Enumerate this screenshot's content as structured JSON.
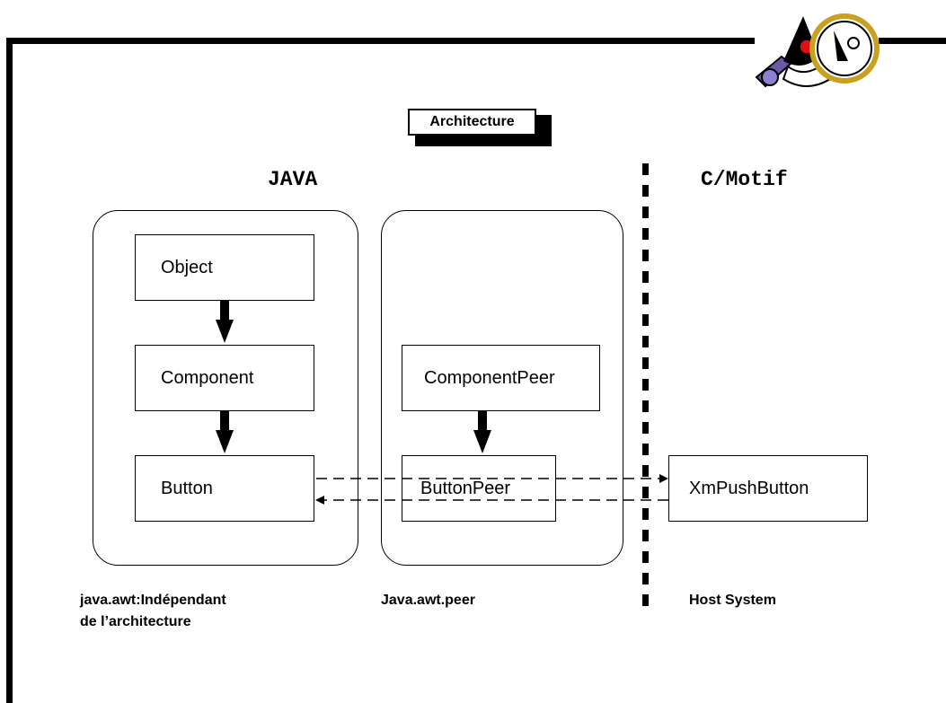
{
  "title": "Architecture",
  "headings": {
    "java": "JAVA",
    "native": "C/Motif"
  },
  "boxes": {
    "object": "Object",
    "component": "Component",
    "button": "Button",
    "component_peer": "ComponentPeer",
    "button_peer": "ButtonPeer",
    "native_button": "XmPushButton"
  },
  "captions": {
    "awt_line1": "java.awt:Indépendant",
    "awt_line2": "de l’architecture",
    "peer": "Java.awt.peer",
    "host": "Host System"
  },
  "logo": {
    "icon": "duke-magnifier-icon"
  },
  "colors": {
    "line": "#000000",
    "background": "#ffffff"
  }
}
